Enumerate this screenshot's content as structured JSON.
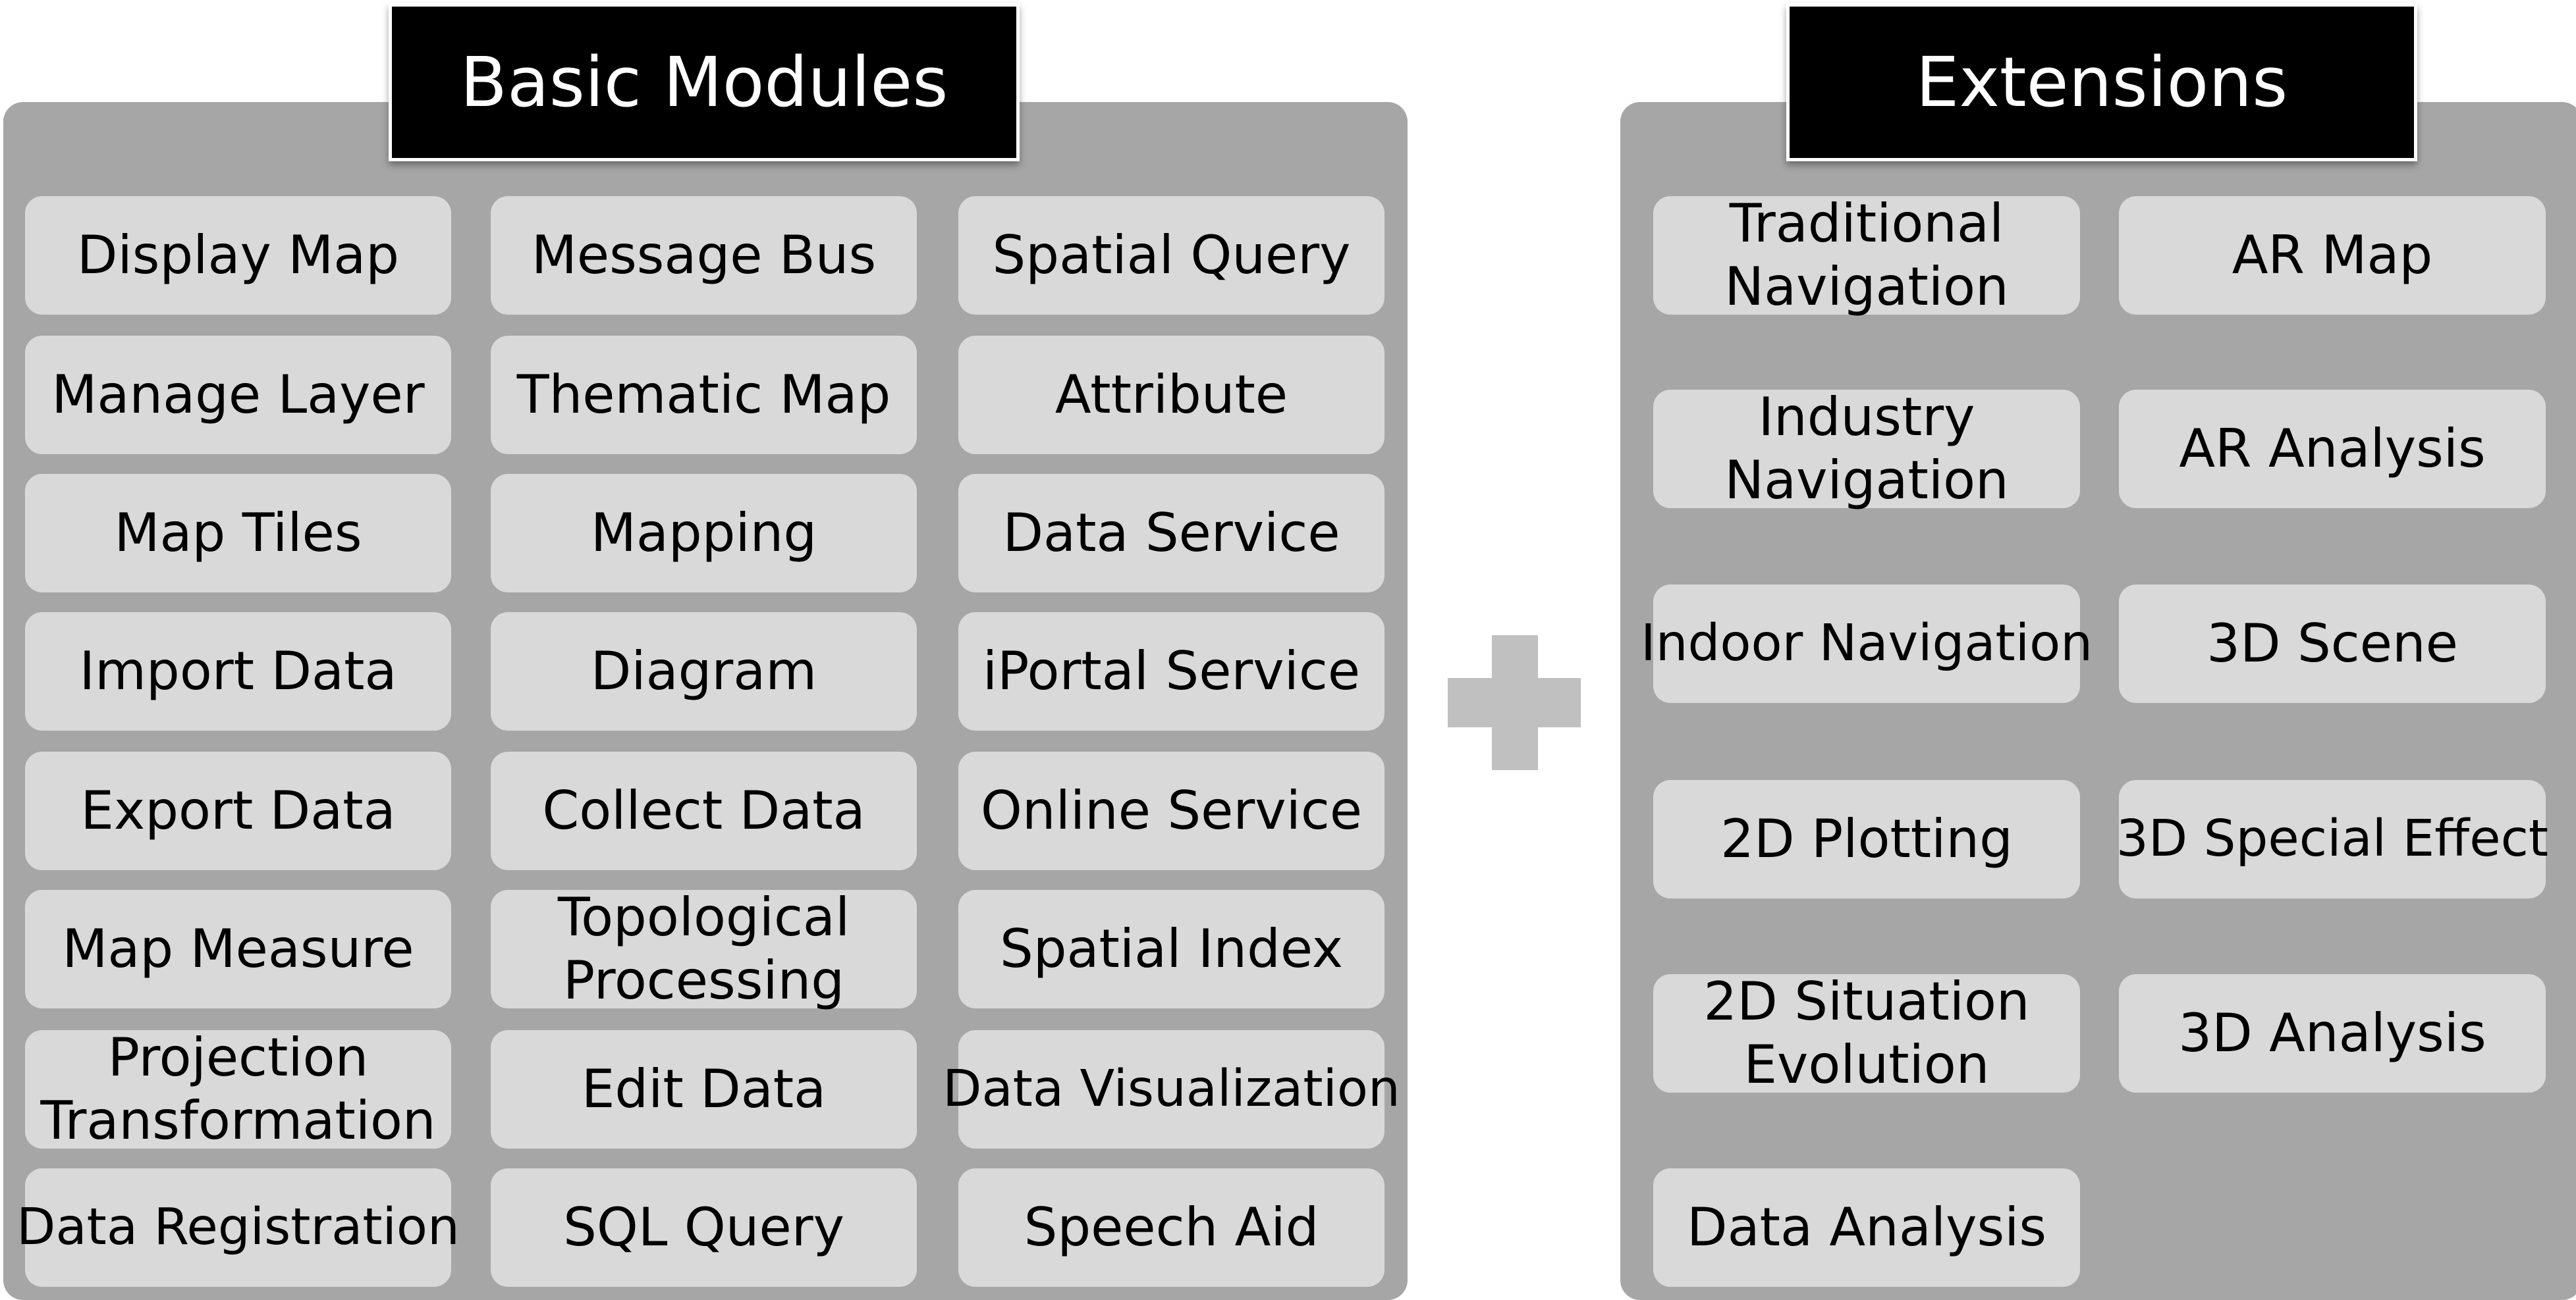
{
  "basic_modules": {
    "title": "Basic Modules",
    "columns": [
      [
        "Display Map",
        "Manage Layer",
        "Map Tiles",
        "Import Data",
        "Export Data",
        "Map Measure",
        "Projection Transformation",
        "Data Registration"
      ],
      [
        "Message Bus",
        "Thematic Map",
        "Mapping",
        "Diagram",
        "Collect Data",
        "Topological Processing",
        "Edit Data",
        "SQL Query"
      ],
      [
        "Spatial Query",
        "Attribute",
        "Data Service",
        "iPortal Service",
        "Online Service",
        "Spatial Index",
        "Data Visualization",
        "Speech Aid"
      ]
    ]
  },
  "extensions": {
    "title": "Extensions",
    "columns": [
      [
        "Traditional Navigation",
        "Industry Navigation",
        "Indoor Navigation",
        "2D Plotting",
        "2D Situation Evolution",
        "Data Analysis"
      ],
      [
        "AR Map",
        "AR Analysis",
        "3D Scene",
        "3D Special Effect",
        "3D Analysis"
      ]
    ]
  },
  "colors": {
    "panel": "#a6a6a6",
    "module_box": "#d9d9d9",
    "header_bg": "#000000",
    "header_text": "#ffffff",
    "plus": "#c0c0c0"
  }
}
